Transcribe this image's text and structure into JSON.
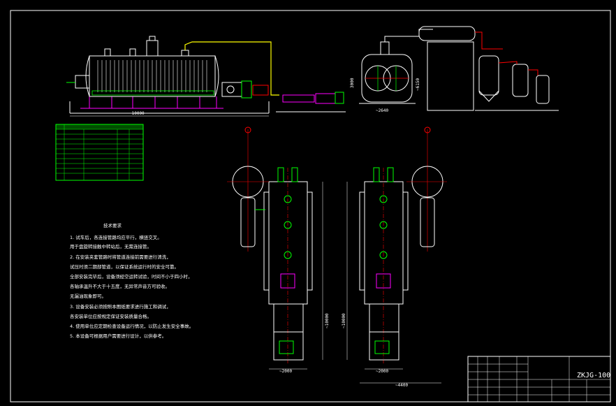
{
  "drawing": {
    "code": "ZKJG-100",
    "dimensions": {
      "dryer_length": "~10000",
      "condenser_height": "3000",
      "condenser_width": "~2640",
      "tower_height": "~6150",
      "left_view_width": "~2000",
      "left_view_height": "~10000",
      "right_view_width": "~2000",
      "right_view_height": "~10000",
      "total_width": "~4400"
    },
    "notes": {
      "title": "技术要求",
      "lines": [
        "1. 试车后，各连接管路均应平行，横竖交叉。",
        "   用于盘旋转接触中转站后，无需连接管。",
        "2. 在安装夹套管路时将管道连接前需要进行清洗，",
        "   试压时须二期部管道，以保证系统运行时的安全可靠。",
        "   全部安装完毕后，设备须经空运转试验，时间不小于四小时，",
        "   各轴承温升不大于十五度，无异常声音方可验收。",
        "   无漏油现象即可。",
        "3. 设备安装必须按照本图纸要求进行施工和调试，",
        "   各安装单位应按规定保证安装质量合格。",
        "4. 使用单位应定期检查设备运行情况，以防止发生安全事故。",
        "5. 本设备可根据用户需要进行设计，以供参考。"
      ]
    }
  }
}
